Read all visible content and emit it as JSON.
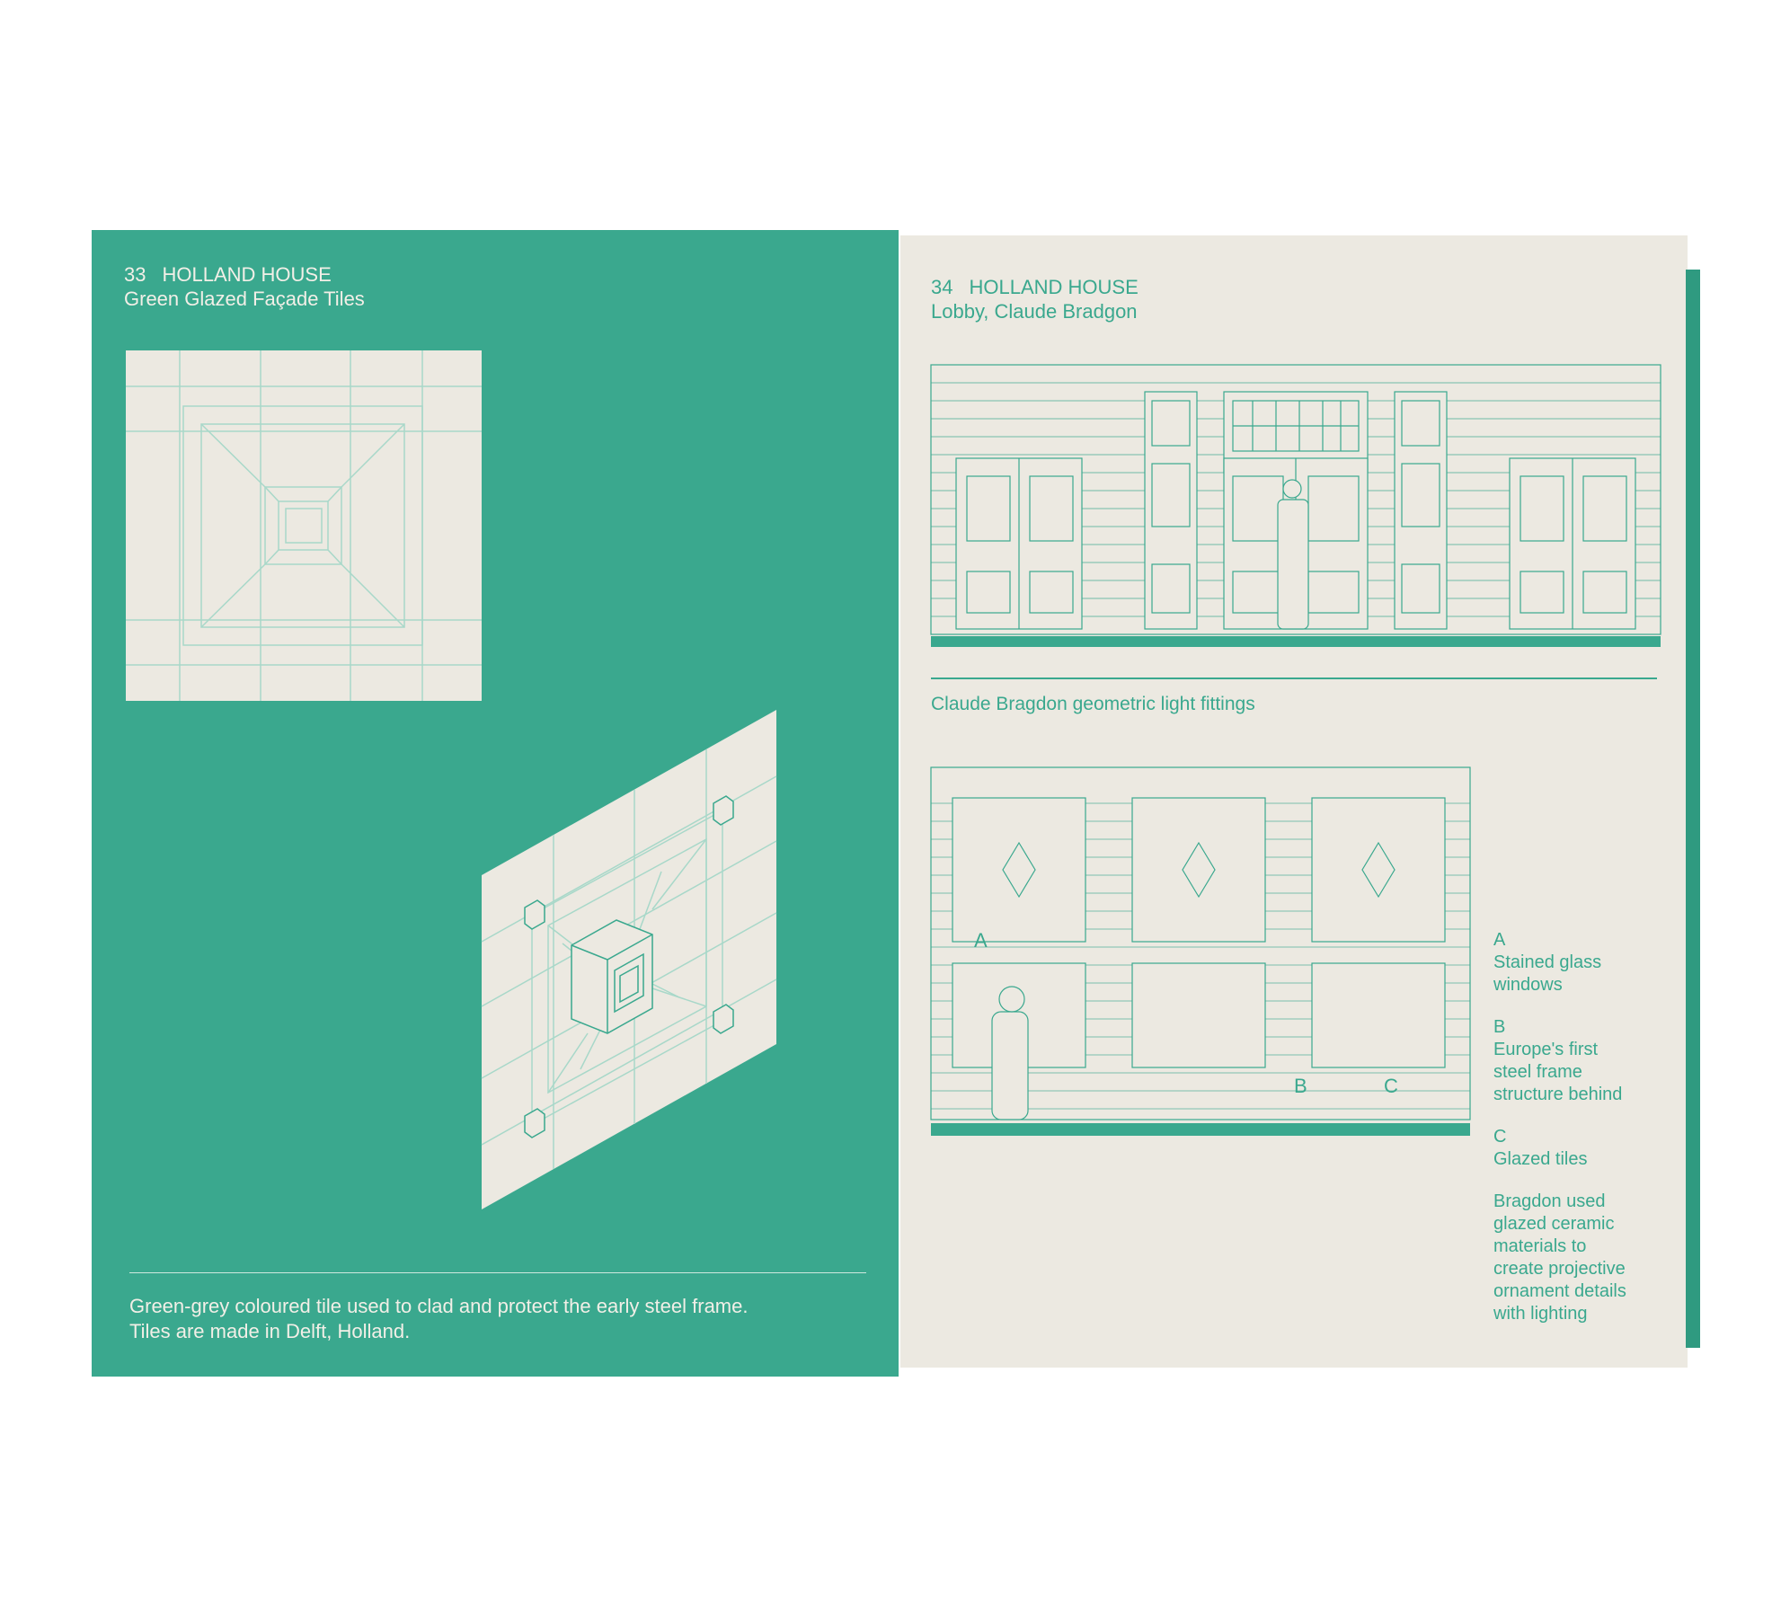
{
  "left_page": {
    "number": "33",
    "title": "HOLLAND HOUSE",
    "subtitle": "Green Glazed Façade Tiles",
    "caption_line1": "Green-grey coloured tile used to clad and protect the early steel frame.",
    "caption_line2": "Tiles are made in Delft, Holland."
  },
  "right_page": {
    "number": "34",
    "title": "HOLLAND HOUSE",
    "subtitle": "Lobby, Claude Bradgon",
    "section_title": "Claude Bragdon geometric light fittings",
    "labels": {
      "a": "A",
      "b": "B",
      "c": "C"
    },
    "legend": [
      {
        "key": "A",
        "text": [
          "Stained glass",
          "windows"
        ]
      },
      {
        "key": "B",
        "text": [
          "Europe's first",
          "steel frame",
          "structure behind"
        ]
      },
      {
        "key": "C",
        "text": [
          "Glazed tiles"
        ]
      }
    ],
    "note": [
      "Bragdon used",
      "glazed ceramic",
      "materials to",
      "create projective",
      "ornament details",
      "with lighting"
    ]
  },
  "colors": {
    "green": "#3aa88e",
    "paper": "#ece9e1",
    "line": "#cfe8df"
  }
}
